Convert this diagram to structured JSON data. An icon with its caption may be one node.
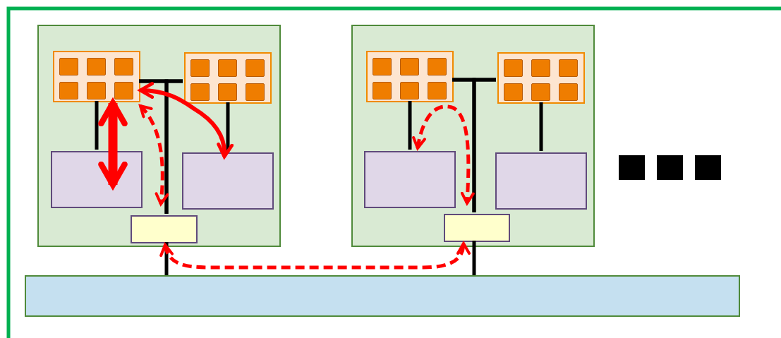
{
  "diagram": {
    "nodes": [
      {
        "text": [],
        "shape": "box"
      },
      {
        "text": [],
        "shape": "box",
        "in": 0
      },
      {
        "text": [],
        "shape": "box",
        "in": 0
      },
      {
        "text": [],
        "shape": "box",
        "in": 0
      },
      {
        "text": [],
        "shape": "box",
        "in": 0
      },
      {
        "text": [],
        "shape": "box",
        "in": 0
      },
      {
        "text": [],
        "shape": "box"
      },
      {
        "text": [],
        "shape": "box",
        "in": 6
      },
      {
        "text": [],
        "shape": "box",
        "in": 6
      },
      {
        "text": [],
        "shape": "box",
        "in": 6
      },
      {
        "text": [],
        "shape": "box",
        "in": 6
      },
      {
        "text": [],
        "shape": "box",
        "in": 6
      },
      {
        "text": [],
        "shape": "box"
      }
    ],
    "edges": [
      {
        "from": 1,
        "to": 3,
        "arrow": "none"
      },
      {
        "from": 2,
        "to": 4,
        "arrow": "none"
      },
      {
        "from": 1,
        "to": 2,
        "arrow": "none"
      },
      {
        "from": 1,
        "to": 5,
        "arrow": "none"
      },
      {
        "from": 2,
        "to": 5,
        "arrow": "none"
      },
      {
        "from": 5,
        "to": 12,
        "arrow": "none"
      },
      {
        "from": 7,
        "to": 9,
        "arrow": "none"
      },
      {
        "from": 8,
        "to": 10,
        "arrow": "none"
      },
      {
        "from": 7,
        "to": 8,
        "arrow": "none"
      },
      {
        "from": 7,
        "to": 11,
        "arrow": "none"
      },
      {
        "from": 8,
        "to": 11,
        "arrow": "none"
      },
      {
        "from": 11,
        "to": 12,
        "arrow": "none"
      },
      {
        "from": 1,
        "to": 3,
        "arrow": "both",
        "style": "thick",
        "color": "#ff0000"
      },
      {
        "from": 1,
        "to": 4,
        "arrow": "both",
        "color": "#ff0000"
      },
      {
        "from": 1,
        "to": 5,
        "arrow": "both",
        "style": "dashed",
        "color": "#ff0000"
      },
      {
        "from": 9,
        "to": 11,
        "arrow": "both",
        "style": "dashed",
        "color": "#ff0000"
      },
      {
        "from": 5,
        "to": 11,
        "arrow": "both",
        "style": "dashed",
        "color": "#ff0000"
      }
    ]
  }
}
